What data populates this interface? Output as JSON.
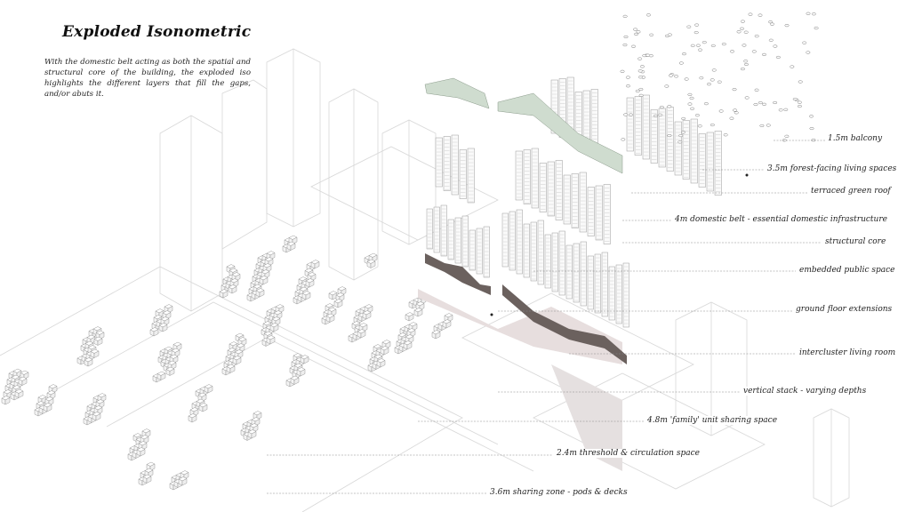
{
  "header": {
    "title": "Exploded Isonometric",
    "description": "With the domestic belt acting as both the spatial and structural core of the building, the exploded iso highlights the different layers that fill the gaps, and/or abuts it."
  },
  "labels": [
    {
      "id": "balcony",
      "text": "1.5m balcony"
    },
    {
      "id": "forest-living",
      "text": "3.5m forest-facing living spaces"
    },
    {
      "id": "green-roof",
      "text": "terraced green roof"
    },
    {
      "id": "domestic-belt",
      "text": "4m domestic belt - essential domestic infrastructure"
    },
    {
      "id": "structural-core",
      "text": "structural core"
    },
    {
      "id": "public-space",
      "text": "embedded public space"
    },
    {
      "id": "ground-floor",
      "text": "ground floor extensions"
    },
    {
      "id": "intercluster",
      "text": "intercluster living room"
    },
    {
      "id": "vertical-stack",
      "text": "vertical stack - varying depths"
    },
    {
      "id": "family-unit",
      "text": "4.8m 'family' unit sharing space"
    },
    {
      "id": "threshold",
      "text": "2.4m threshold & circulation space"
    },
    {
      "id": "sharing-zone",
      "text": "3.6m sharing zone - pods & decks"
    }
  ],
  "colors": {
    "line": "#c9c9c9",
    "leader": "#8a8a8a",
    "dark_band": "#6b615e",
    "pink_fill": "#e7dede",
    "green_roof": "#cfdccf",
    "module": "#f4f4f4"
  }
}
